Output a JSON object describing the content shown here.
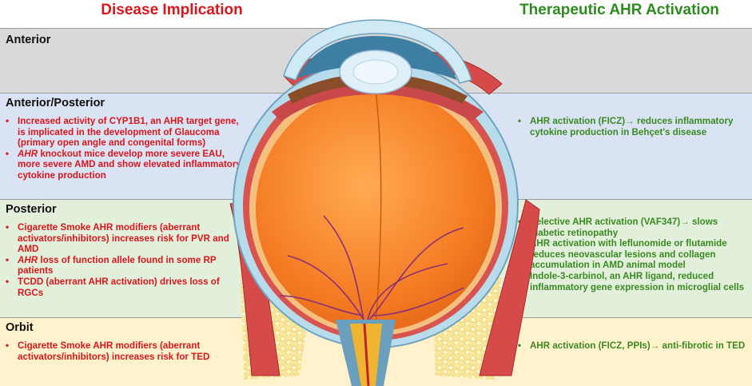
{
  "headers": {
    "left": "Disease Implication",
    "right": "Therapeutic AHR Activation"
  },
  "sections": {
    "anterior": {
      "title": "Anterior"
    },
    "anterior_posterior": {
      "title": "Anterior/Posterior",
      "disease": [
        "Increased activity of CYP1B1, an AHR target gene, is implicated in the development of Glaucoma (primary open angle and congenital forms)",
        {
          "italic": "AHR",
          "rest": " knockout mice develop more severe EAU, more severe AMD and show elevated inflammatory cytokine production"
        }
      ],
      "therapy": [
        "AHR activation (FICZ)→ reduces inflammatory cytokine production in Behçet's disease"
      ]
    },
    "posterior": {
      "title": "Posterior",
      "disease": [
        "Cigarette Smoke AHR modifiers (aberrant activators/inhibitors) increases risk for PVR and AMD",
        {
          "italic": "AHR",
          "rest": " loss of function allele found in some RP patients"
        },
        "TCDD (aberrant AHR activation) drives loss of RGCs"
      ],
      "therapy": [
        "Selective AHR activation (VAF347)→ slows diabetic retinopathy",
        "AHR activation with leflunomide or flutamide reduces neovascular lesions and collagen accumulation in AMD animal model",
        "Indole-3-carbinol, an AHR ligand, reduced inflammatory gene expression in microglial cells"
      ]
    },
    "orbit": {
      "title": "Orbit",
      "disease": [
        "Cigarette Smoke AHR modifiers (aberrant activators/inhibitors) increases risk for TED"
      ],
      "therapy": [
        "AHR activation (FICZ, PPIs)→ anti-fibrotic in TED"
      ]
    }
  },
  "colors": {
    "disease_text": "#d9161c",
    "therapy_text": "#3a8a22",
    "anterior_band": "#d9d9d9",
    "anterior_posterior_band": "#dae3f3",
    "posterior_band": "#e2efda",
    "orbit_band": "#fff2cc"
  }
}
